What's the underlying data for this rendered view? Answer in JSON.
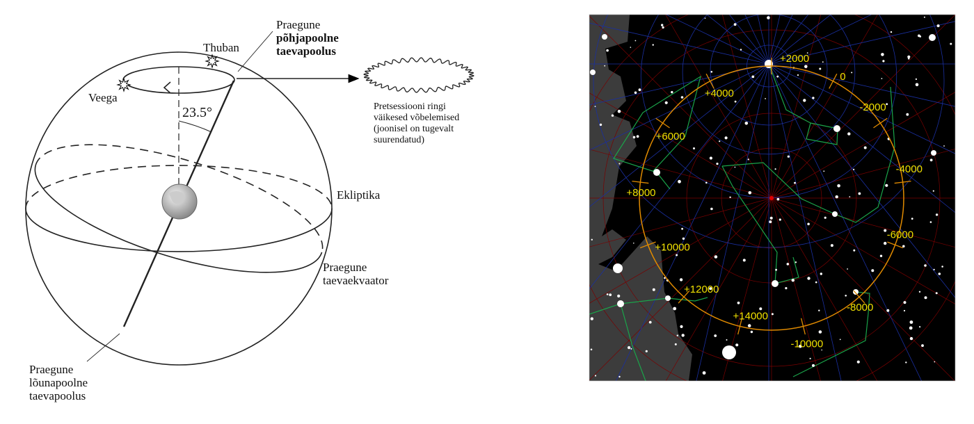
{
  "left_diagram": {
    "north_pole_label": [
      "Praegune",
      "põhjapoolne",
      "taevapoolus"
    ],
    "south_pole_label": [
      "Praegune",
      "lõunapoolne",
      "taevapoolus"
    ],
    "star_thuban": "Thuban",
    "star_vega": "Veega",
    "angle": "23.5°",
    "ecliptic": "Ekliptika",
    "equator_label": [
      "Praegune",
      "taevaekvaator"
    ],
    "wobble_caption": [
      "Pretsessiooni ringi",
      "väikesed võbelemised",
      "(joonisel on tugevalt",
      "suurendatud)"
    ]
  },
  "star_map": {
    "year_labels": [
      "+2000",
      "0",
      "-2000",
      "-4000",
      "-6000",
      "-8000",
      "-10000",
      "+14000",
      "+12000",
      "+10000",
      "+8000",
      "+6000",
      "+4000"
    ],
    "colors": {
      "background": "#000000",
      "milky_way": "#3c3c3c",
      "precession_circle": "#e08a00",
      "labels": "#f0e000",
      "constellation_lines": "#1aa54a",
      "ecliptic_grid": "#7a0000",
      "equatorial_grid": "#1a2fa0",
      "ecliptic_pole": "#e00000"
    }
  }
}
